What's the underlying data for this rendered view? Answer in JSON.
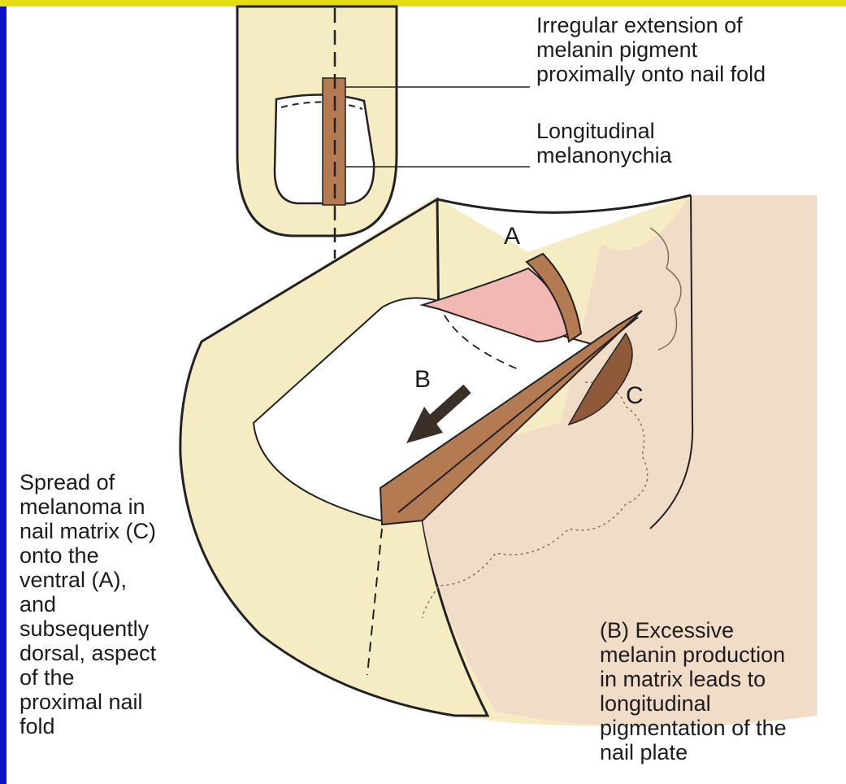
{
  "colors": {
    "slide_border": "#0e12c6",
    "accent_bar": "#e6dc12",
    "skin": "#f6ecc4",
    "skin_dorsal": "#f1dcc8",
    "pigment": "#b47a52",
    "nail_plate": "#ffffff",
    "cuticle_pink": "#f2b8b4",
    "outline": "#222222"
  },
  "labels": {
    "proximal_extension": "Irregular extension of\nmelanin pigment\nproximally onto nail fold",
    "longitudinal": "Longitudinal\nmelanonychia",
    "spread": "Spread of\nmelanoma in\nnail matrix (C)\nonto the\nventral (A),\nand\nsubsequently\ndorsal, aspect\nof the\nproximal nail\nfold",
    "excessive": "(B) Excessive\nmelanin production\nin matrix leads to\nlongitudinal\npigmentation of the\nnail plate"
  },
  "letters": {
    "a": "A",
    "b": "B",
    "c": "C"
  },
  "icons": {
    "finger_top": "fingertip-diagram-icon",
    "finger_3d": "nail-matrix-diagram-icon",
    "arrow": "arrow-down-left-icon"
  }
}
